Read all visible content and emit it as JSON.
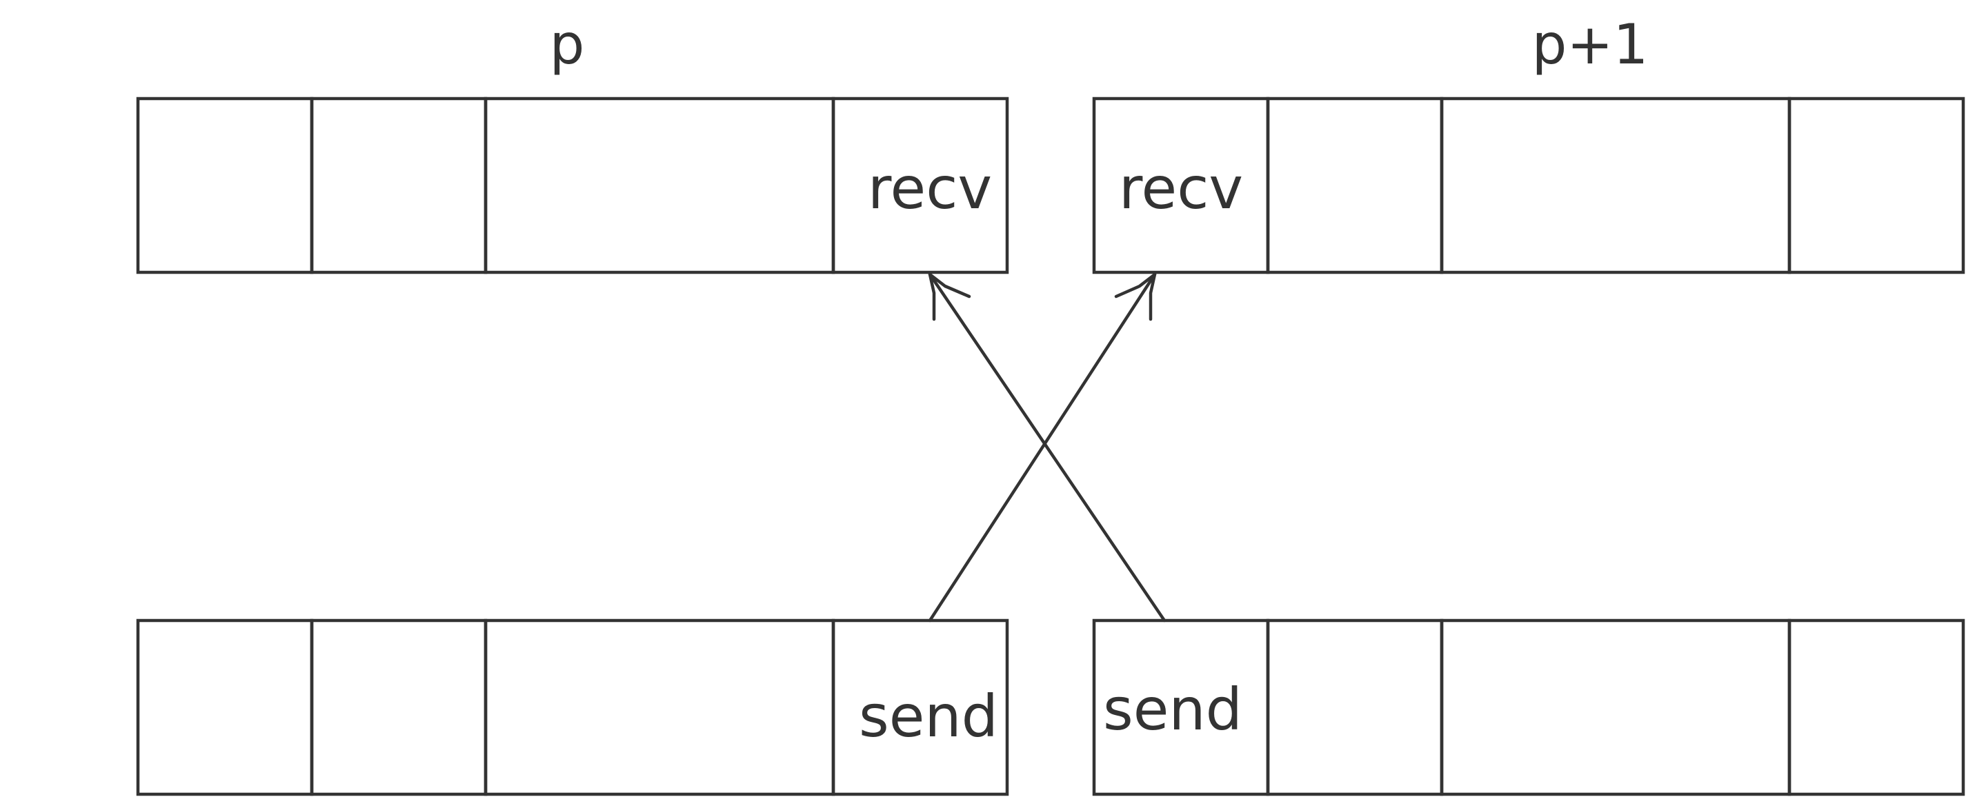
{
  "diagram": {
    "processes": [
      {
        "label": "p"
      },
      {
        "label": "p+1"
      }
    ],
    "buffers": {
      "p_recv": {
        "cells": [
          "",
          "",
          "",
          "recv"
        ]
      },
      "p1_recv": {
        "cells": [
          "recv",
          "",
          "",
          ""
        ]
      },
      "p_send": {
        "cells": [
          "",
          "",
          "",
          "send"
        ]
      },
      "p1_send": {
        "cells": [
          "send",
          "",
          "",
          ""
        ]
      }
    },
    "colors": {
      "stroke": "#333333",
      "text": "#333333",
      "background": "#ffffff"
    }
  }
}
